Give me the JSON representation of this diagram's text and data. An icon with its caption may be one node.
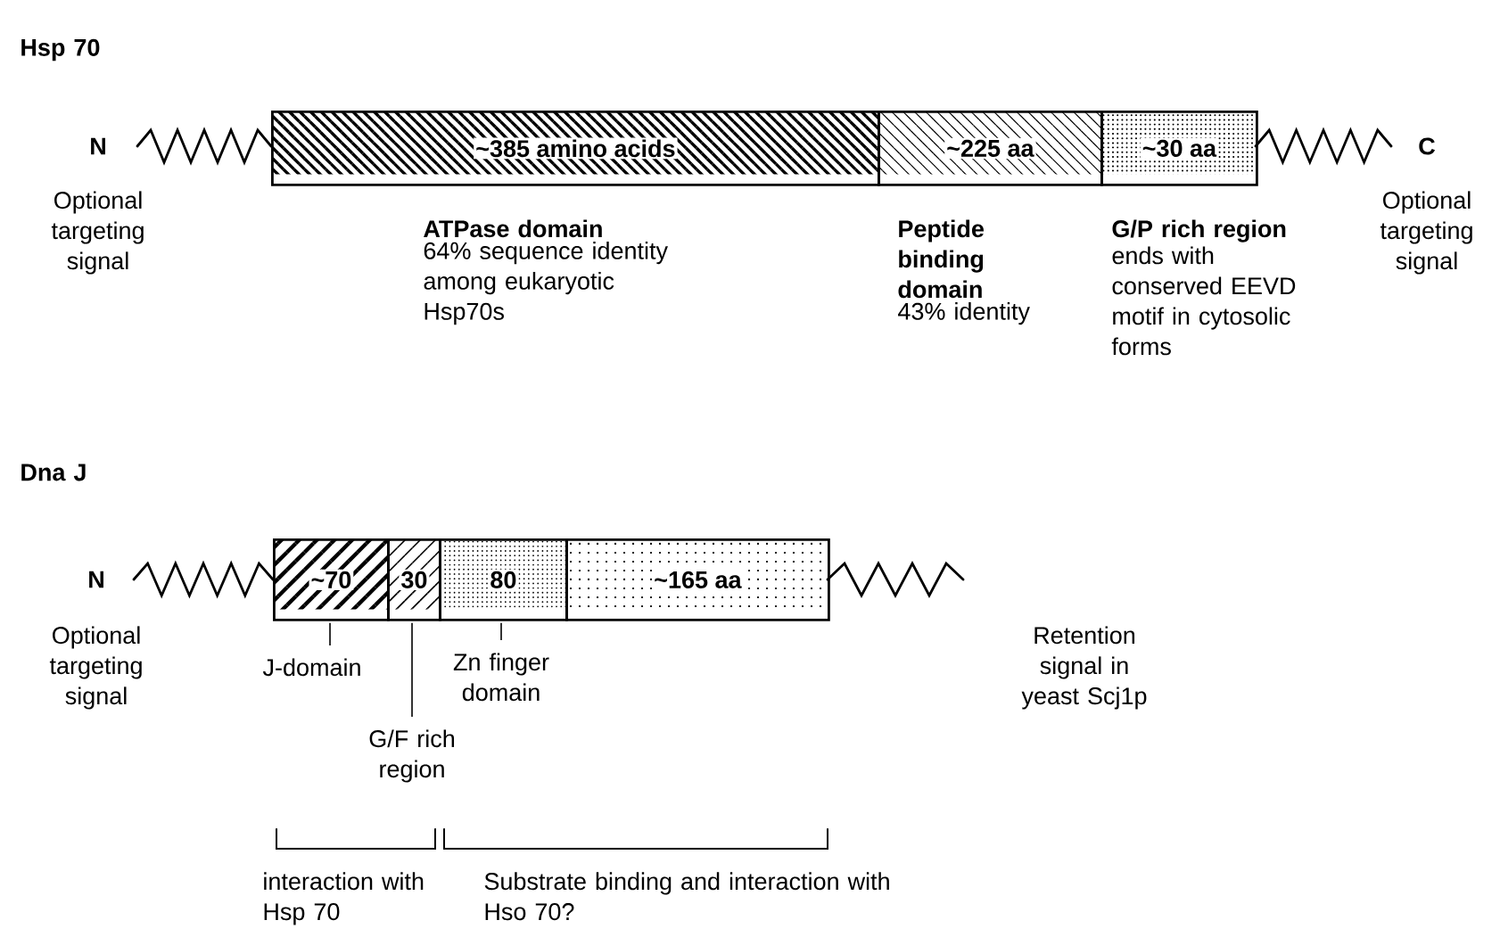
{
  "diagram": {
    "nodes": [
      {
        "text": [
          "~385 amino acids"
        ],
        "beside": [
          "ATPase domain",
          "64% sequence identity among eukaryotic Hsp70s"
        ]
      },
      {
        "text": [
          "~225 aa"
        ],
        "beside": [
          "Peptide binding domain",
          "43% identity"
        ]
      },
      {
        "text": [
          "~30 aa"
        ],
        "beside": [
          "G/P rich region",
          "ends with conserved EEVD motif in cytosolic forms"
        ]
      },
      {
        "text": [
          "~70"
        ]
      },
      {
        "text": [
          "30"
        ]
      },
      {
        "text": [
          "80"
        ]
      },
      {
        "text": [
          "~165 aa"
        ]
      },
      {
        "text": [
          "J-domain"
        ]
      },
      {
        "text": [
          "G/F rich region"
        ]
      },
      {
        "text": [
          "Zn finger domain"
        ]
      }
    ],
    "edges": [
      {
        "from": 7,
        "to": 3,
        "arrow": "none"
      },
      {
        "from": 8,
        "to": 4,
        "arrow": "none"
      },
      {
        "from": 9,
        "to": 5,
        "arrow": "none"
      }
    ],
    "labels": [
      "Hsp 70",
      "N",
      "Optional targeting signal",
      "C",
      "Optional targeting signal",
      "Dna J",
      "N",
      "Optional targeting signal",
      "Retention signal in yeast Scj1p",
      "interaction with Hsp 70",
      "Substrate binding and interaction with Hso 70?"
    ]
  }
}
